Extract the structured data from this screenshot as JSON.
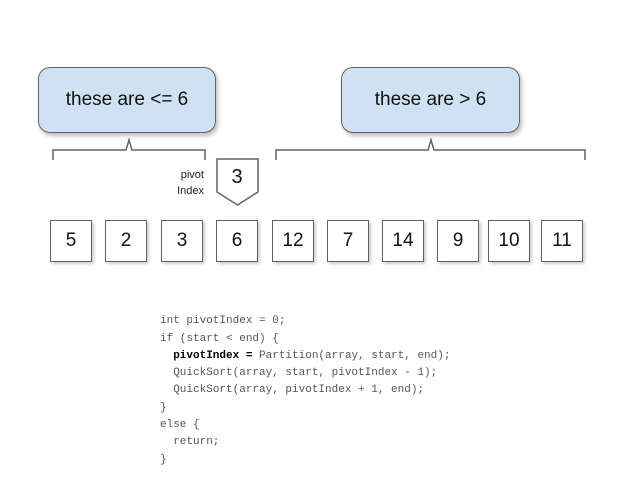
{
  "left_callout": {
    "text": "these are <= 6"
  },
  "right_callout": {
    "text": "these are > 6"
  },
  "pivot": {
    "label_line1": "pivot",
    "label_line2": "Index",
    "value": "3"
  },
  "array": [
    "5",
    "2",
    "3",
    "6",
    "12",
    "7",
    "14",
    "9",
    "10",
    "11"
  ],
  "code": {
    "line1": "int pivotIndex = 0;",
    "line2": "if (start < end) {",
    "line3_bold": "pivotIndex =",
    "line3_rest": " Partition(array, start, end);",
    "line4": "QuickSort(array, start, pivotIndex - 1);",
    "line5": "QuickSort(array, pivotIndex + 1, end);",
    "line6": "}",
    "line7": "else {",
    "line8": "return;",
    "line9": "}"
  },
  "colors": {
    "callout_fill": "#cfe2f3",
    "border": "#5f6368"
  }
}
